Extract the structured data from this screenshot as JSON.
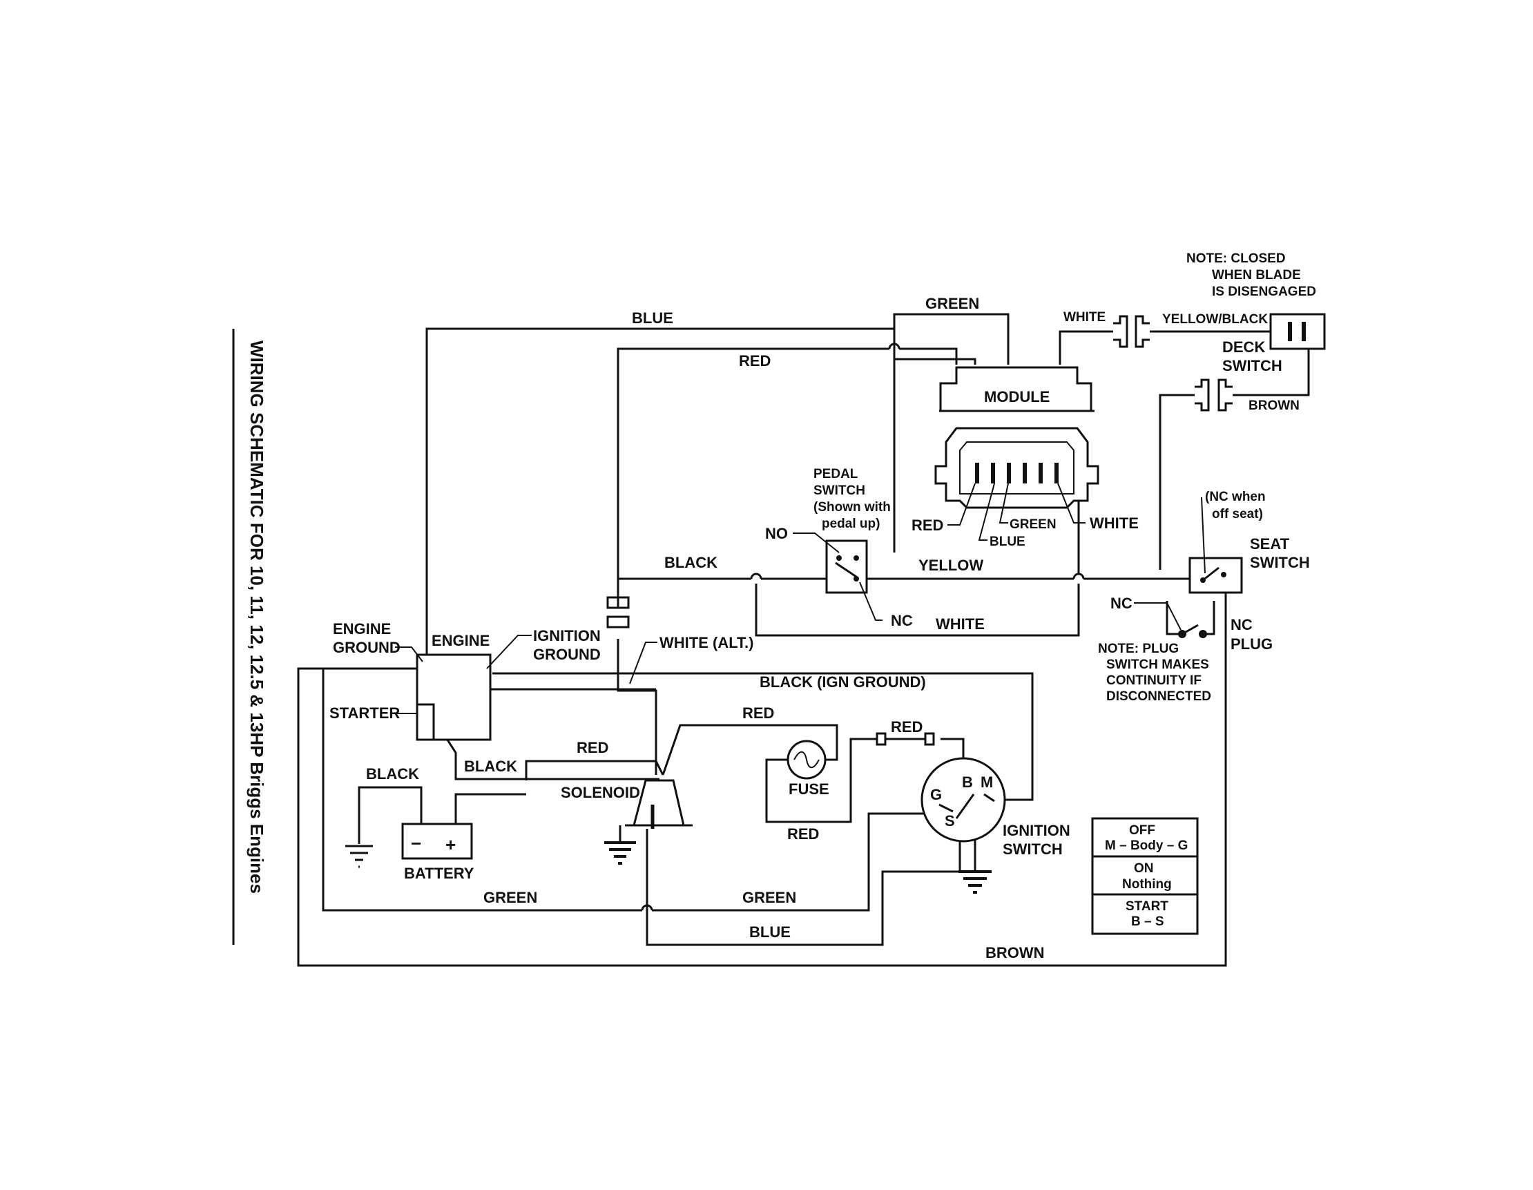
{
  "title": "WIRING SCHEMATIC FOR 10, 11, 12, 12.5 & 13HP Briggs Engines",
  "wire_labels": {
    "blue_top": "BLUE",
    "green_top": "GREEN",
    "red_top": "RED",
    "white_top": "WHITE",
    "yellow_black": "YELLOW/BLACK",
    "brown_right": "BROWN",
    "black_mid": "BLACK",
    "yellow_mid": "YELLOW",
    "white_mid": "WHITE",
    "white_alt": "WHITE (ALT.)",
    "black_ign_ground": "BLACK (IGN GROUND)",
    "red_solenoid_top": "RED",
    "red_solenoid_left": "RED",
    "black_starter": "BLACK",
    "black_battery": "BLACK",
    "red_fuse_right": "RED",
    "red_fuse_bottom": "RED",
    "green_bottom_left": "GREEN",
    "green_bottom_right": "GREEN",
    "blue_bottom": "BLUE",
    "brown_bottom": "BROWN"
  },
  "components": {
    "module": "MODULE",
    "deck_switch": [
      "DECK",
      "SWITCH"
    ],
    "deck_note": [
      "NOTE:  CLOSED",
      "WHEN BLADE",
      "IS DISENGAGED"
    ],
    "pedal_switch": [
      "PEDAL",
      "SWITCH",
      "(Shown with",
      "pedal up)"
    ],
    "pedal_no": "NO",
    "pedal_nc": "NC",
    "connector_red": "RED",
    "connector_blue": "BLUE",
    "connector_green": "GREEN",
    "connector_white": "WHITE",
    "seat_switch": [
      "SEAT",
      "SWITCH"
    ],
    "seat_note": [
      "(NC when",
      "off seat)"
    ],
    "plug_nc_left": "NC",
    "plug_nc_right": [
      "NC",
      "PLUG"
    ],
    "plug_note": [
      "NOTE: PLUG",
      "SWITCH MAKES",
      "CONTINUITY IF",
      "DISCONNECTED"
    ],
    "engine_ground": [
      "ENGINE",
      "GROUND"
    ],
    "engine": "ENGINE",
    "ignition_ground": [
      "IGNITION",
      "GROUND"
    ],
    "starter": "STARTER",
    "battery": "BATTERY",
    "battery_minus": "−",
    "battery_plus": "+",
    "solenoid": "SOLENOID",
    "fuse": "FUSE",
    "ignition_switch": [
      "IGNITION",
      "SWITCH"
    ],
    "ign_g": "G",
    "ign_b": "B",
    "ign_m": "M",
    "ign_s": "S"
  },
  "switch_table": [
    {
      "state": "OFF",
      "detail": "M – Body – G"
    },
    {
      "state": "ON",
      "detail": "Nothing"
    },
    {
      "state": "START",
      "detail": "B – S"
    }
  ]
}
